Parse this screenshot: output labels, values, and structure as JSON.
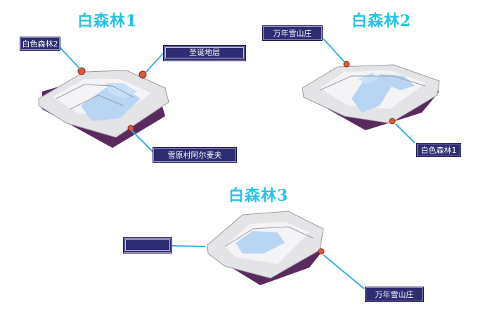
{
  "maps": [
    {
      "title": "白森林1",
      "portals": [
        {
          "label": "白色森林2"
        },
        {
          "label": "圣诞地层"
        },
        {
          "label": "雪原村阿尔麦夫"
        }
      ]
    },
    {
      "title": "白森林2",
      "portals": [
        {
          "label": "万年雪山庄"
        },
        {
          "label": "白色森林1"
        }
      ]
    },
    {
      "title": "白森林3",
      "portals": [
        {
          "label": ""
        },
        {
          "label": "万年雪山庄"
        }
      ]
    }
  ],
  "colors": {
    "title": "#22c4e4",
    "label_bg": "#2e2c72",
    "connector": "#3aaee6",
    "terrain": "#e8e8ea",
    "water": "#b8d6f4",
    "shadow": "#5a2a5e"
  }
}
